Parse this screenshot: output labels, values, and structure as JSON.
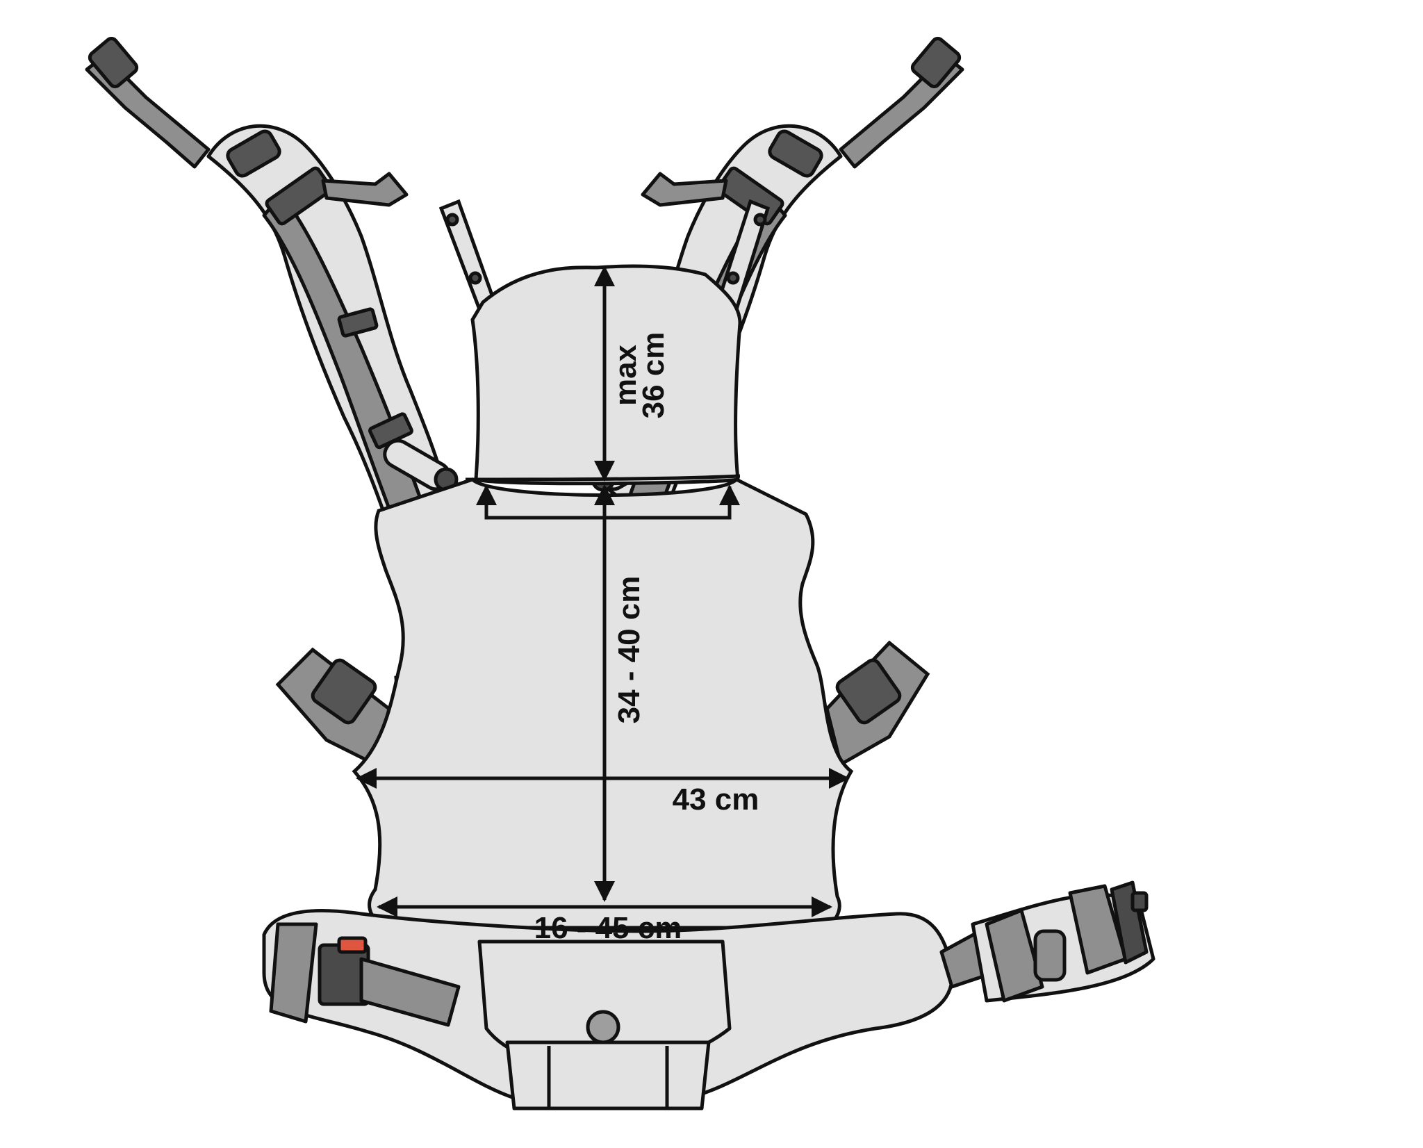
{
  "diagram": {
    "measurements": {
      "headrest_height": {
        "line1": "max",
        "line2": "36 cm"
      },
      "back_panel_height": "34 - 40 cm",
      "panel_width": "43 cm",
      "seat_width": "16 - 45 cm"
    },
    "colors": {
      "outline": "#111111",
      "panel_fill": "#e3e3e3",
      "strap_mid": "#8f8f8f",
      "strap_dark": "#555555",
      "buckle_dark": "#4a4a4a",
      "accent_red": "#e05540",
      "background": "#ffffff"
    },
    "icons": [
      "buckle-icon",
      "snap-button-icon",
      "pocket-button-icon",
      "tension-adjuster-icon"
    ]
  }
}
